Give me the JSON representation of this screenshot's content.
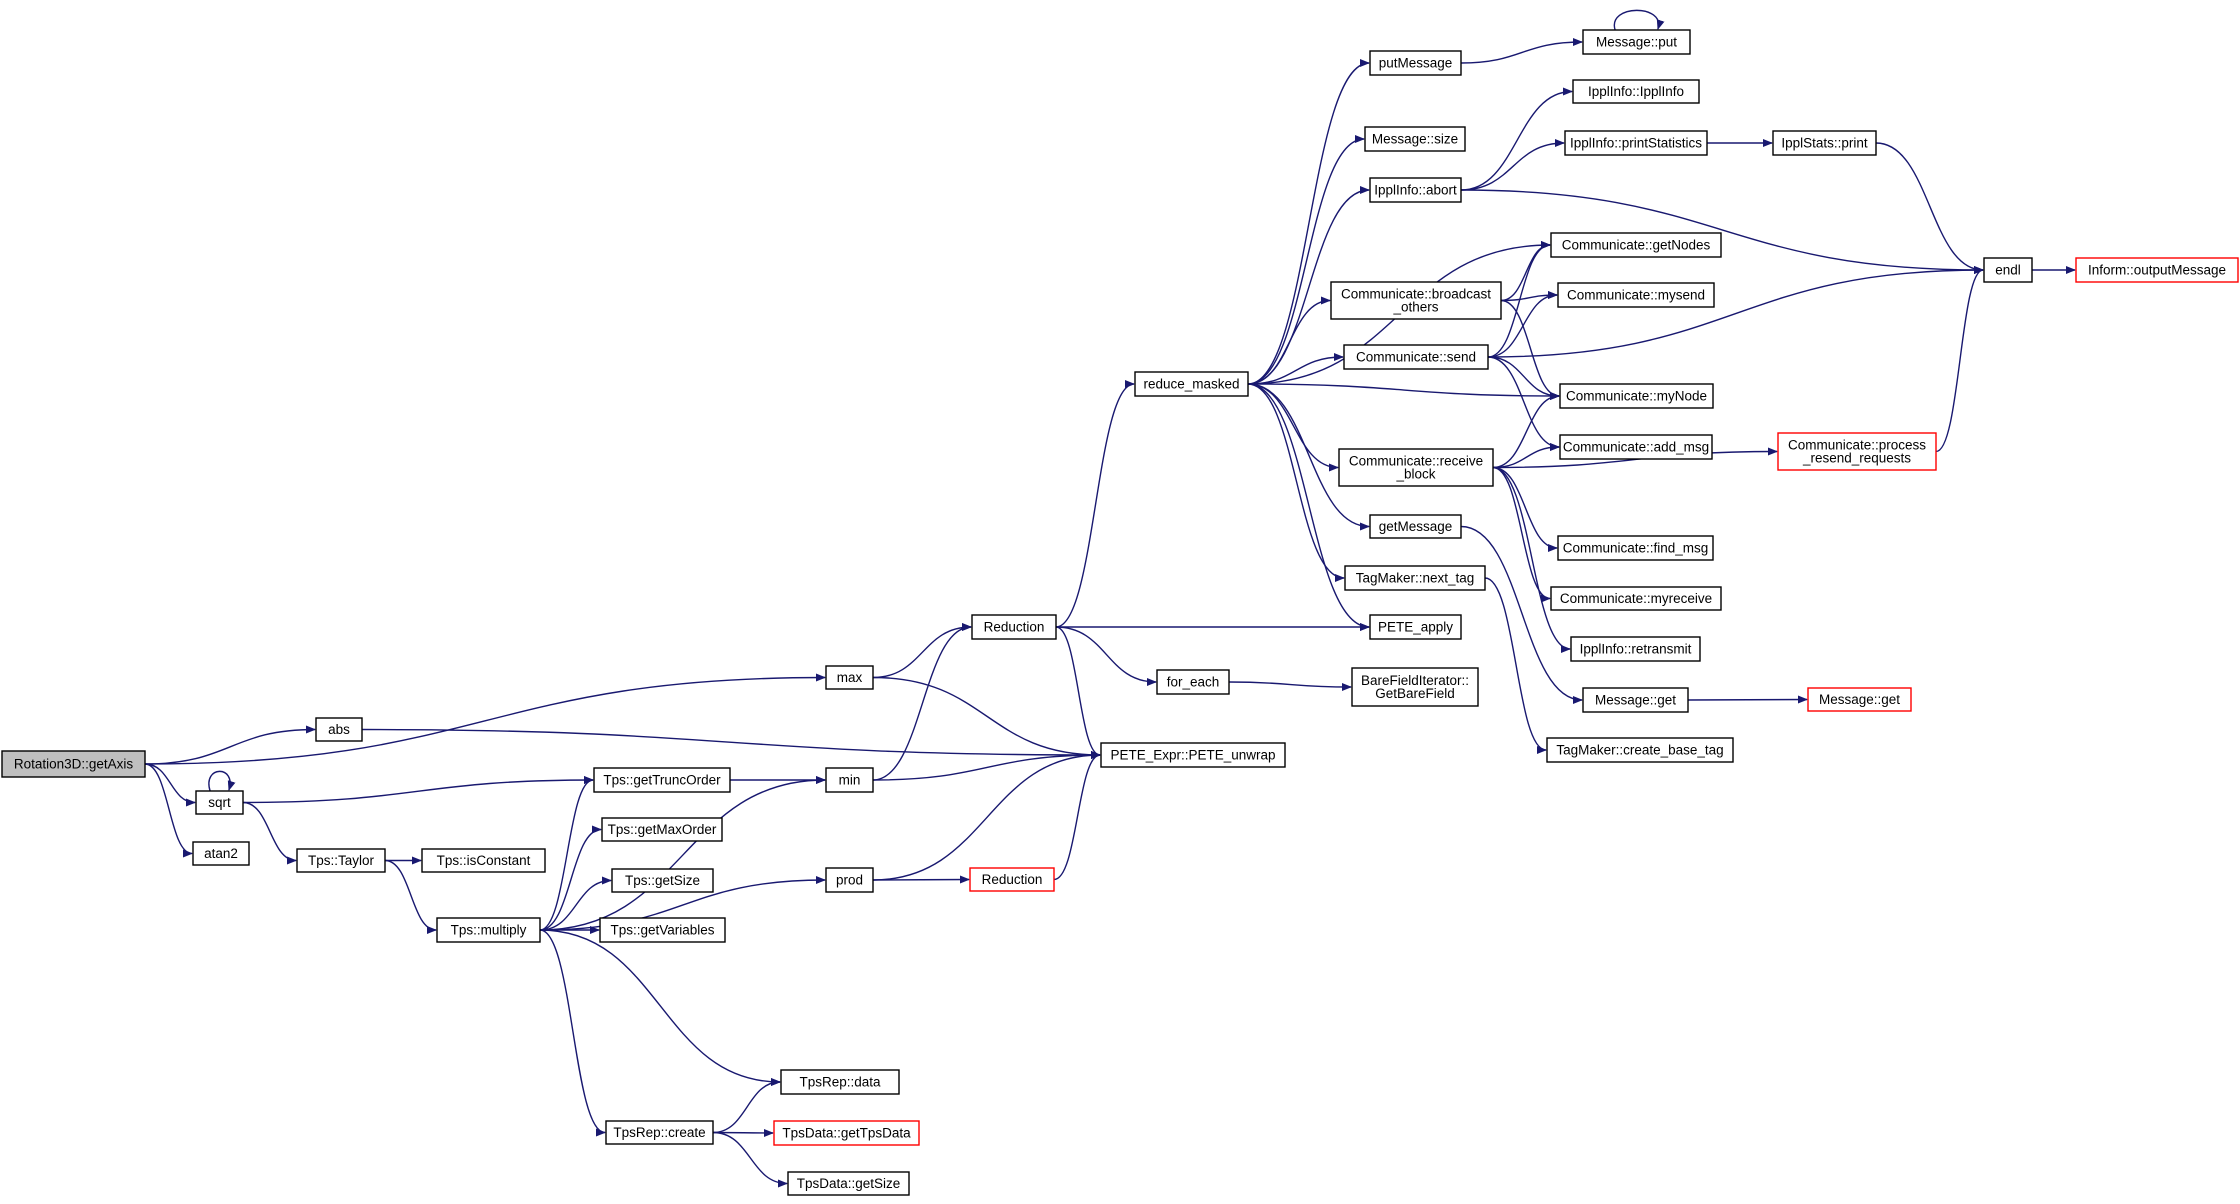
{
  "graph": {
    "direction": "left-to-right",
    "edge_color": "#191970",
    "highlight_color": "#ff0000",
    "root_fill": "#bfbfbf",
    "nodes": [
      {
        "id": "root",
        "label": "Rotation3D::getAxis",
        "style": "root"
      },
      {
        "id": "sqrt",
        "label": "sqrt"
      },
      {
        "id": "atan2",
        "label": "atan2"
      },
      {
        "id": "abs",
        "label": "abs"
      },
      {
        "id": "max",
        "label": "max"
      },
      {
        "id": "tps_taylor",
        "label": "Tps::Taylor"
      },
      {
        "id": "tps_isconst",
        "label": "Tps::isConstant"
      },
      {
        "id": "tps_mult",
        "label": "Tps::multiply"
      },
      {
        "id": "tps_trunc",
        "label": "Tps::getTruncOrder"
      },
      {
        "id": "tps_maxord",
        "label": "Tps::getMaxOrder"
      },
      {
        "id": "tps_getsize",
        "label": "Tps::getSize"
      },
      {
        "id": "tps_getvars",
        "label": "Tps::getVariables"
      },
      {
        "id": "tpsrep_create",
        "label": "TpsRep::create"
      },
      {
        "id": "tpsrep_data",
        "label": "TpsRep::data"
      },
      {
        "id": "tpsdata_get",
        "label": "TpsData::getTpsData",
        "style": "red"
      },
      {
        "id": "tpsdata_size",
        "label": "TpsData::getSize"
      },
      {
        "id": "min",
        "label": "min"
      },
      {
        "id": "prod",
        "label": "prod"
      },
      {
        "id": "reduction",
        "label": "Reduction"
      },
      {
        "id": "reduction2",
        "label": "Reduction",
        "style": "red"
      },
      {
        "id": "for_each",
        "label": "for_each"
      },
      {
        "id": "pete_unwrap",
        "label": "PETE_Expr::PETE_unwrap"
      },
      {
        "id": "reduce_masked",
        "label": "reduce_masked"
      },
      {
        "id": "putmessage",
        "label": "putMessage"
      },
      {
        "id": "msg_size",
        "label": "Message::size"
      },
      {
        "id": "ippl_abort",
        "label": "IpplInfo::abort"
      },
      {
        "id": "comm_bcast",
        "label": "Communicate::broadcast\n_others"
      },
      {
        "id": "comm_send",
        "label": "Communicate::send"
      },
      {
        "id": "comm_recvblock",
        "label": "Communicate::receive\n_block"
      },
      {
        "id": "getmessage",
        "label": "getMessage"
      },
      {
        "id": "tag_next",
        "label": "TagMaker::next_tag"
      },
      {
        "id": "pete_apply",
        "label": "PETE_apply"
      },
      {
        "id": "bfi_get",
        "label": "BareFieldIterator::\nGetBareField"
      },
      {
        "id": "msg_put",
        "label": "Message::put"
      },
      {
        "id": "ippl_ctor",
        "label": "IpplInfo::IpplInfo"
      },
      {
        "id": "ippl_printstats",
        "label": "IpplInfo::printStatistics"
      },
      {
        "id": "ipplstats_print",
        "label": "IpplStats::print"
      },
      {
        "id": "comm_getnodes",
        "label": "Communicate::getNodes"
      },
      {
        "id": "comm_mysend",
        "label": "Communicate::mysend"
      },
      {
        "id": "comm_mynode",
        "label": "Communicate::myNode"
      },
      {
        "id": "comm_addmsg",
        "label": "Communicate::add_msg"
      },
      {
        "id": "comm_findmsg",
        "label": "Communicate::find_msg"
      },
      {
        "id": "comm_myrecv",
        "label": "Communicate::myreceive"
      },
      {
        "id": "ippl_retrans",
        "label": "IpplInfo::retransmit"
      },
      {
        "id": "msg_get",
        "label": "Message::get"
      },
      {
        "id": "msg_get2",
        "label": "Message::get",
        "style": "red"
      },
      {
        "id": "tag_createbase",
        "label": "TagMaker::create_base_tag"
      },
      {
        "id": "endl",
        "label": "endl"
      },
      {
        "id": "inform_out",
        "label": "Inform::outputMessage",
        "style": "red"
      },
      {
        "id": "comm_resend",
        "label": "Communicate::process\n_resend_requests",
        "style": "red"
      }
    ],
    "edges": [
      [
        "root",
        "max"
      ],
      [
        "root",
        "abs"
      ],
      [
        "root",
        "sqrt"
      ],
      [
        "root",
        "atan2"
      ],
      [
        "sqrt",
        "sqrt"
      ],
      [
        "sqrt",
        "tps_trunc"
      ],
      [
        "sqrt",
        "tps_taylor"
      ],
      [
        "abs",
        "pete_unwrap"
      ],
      [
        "max",
        "reduction"
      ],
      [
        "max",
        "pete_unwrap"
      ],
      [
        "tps_taylor",
        "tps_isconst"
      ],
      [
        "tps_taylor",
        "tps_mult"
      ],
      [
        "tps_mult",
        "tps_trunc"
      ],
      [
        "tps_mult",
        "tps_maxord"
      ],
      [
        "tps_mult",
        "tps_getsize"
      ],
      [
        "tps_mult",
        "tps_getvars"
      ],
      [
        "tps_mult",
        "min"
      ],
      [
        "tps_mult",
        "prod"
      ],
      [
        "tps_mult",
        "tpsrep_data"
      ],
      [
        "tps_mult",
        "tpsrep_create"
      ],
      [
        "tps_trunc",
        "min"
      ],
      [
        "tpsrep_create",
        "tpsrep_data"
      ],
      [
        "tpsrep_create",
        "tpsdata_get"
      ],
      [
        "tpsrep_create",
        "tpsdata_size"
      ],
      [
        "min",
        "reduction"
      ],
      [
        "min",
        "pete_unwrap"
      ],
      [
        "prod",
        "reduction2"
      ],
      [
        "prod",
        "pete_unwrap"
      ],
      [
        "reduction2",
        "pete_unwrap"
      ],
      [
        "reduction",
        "reduce_masked"
      ],
      [
        "reduction",
        "pete_apply"
      ],
      [
        "reduction",
        "for_each"
      ],
      [
        "reduction",
        "pete_unwrap"
      ],
      [
        "for_each",
        "bfi_get"
      ],
      [
        "reduce_masked",
        "putmessage"
      ],
      [
        "reduce_masked",
        "msg_size"
      ],
      [
        "reduce_masked",
        "ippl_abort"
      ],
      [
        "reduce_masked",
        "comm_getnodes"
      ],
      [
        "reduce_masked",
        "comm_bcast"
      ],
      [
        "reduce_masked",
        "comm_send"
      ],
      [
        "reduce_masked",
        "comm_mynode"
      ],
      [
        "reduce_masked",
        "comm_recvblock"
      ],
      [
        "reduce_masked",
        "getmessage"
      ],
      [
        "reduce_masked",
        "tag_next"
      ],
      [
        "reduce_masked",
        "pete_apply"
      ],
      [
        "putmessage",
        "msg_put"
      ],
      [
        "msg_put",
        "msg_put"
      ],
      [
        "ippl_abort",
        "ippl_ctor"
      ],
      [
        "ippl_abort",
        "ippl_printstats"
      ],
      [
        "ippl_abort",
        "endl"
      ],
      [
        "ippl_printstats",
        "ipplstats_print"
      ],
      [
        "ipplstats_print",
        "endl"
      ],
      [
        "comm_bcast",
        "comm_getnodes"
      ],
      [
        "comm_bcast",
        "comm_mysend"
      ],
      [
        "comm_bcast",
        "comm_mynode"
      ],
      [
        "comm_send",
        "comm_getnodes"
      ],
      [
        "comm_send",
        "comm_mysend"
      ],
      [
        "comm_send",
        "endl"
      ],
      [
        "comm_send",
        "comm_mynode"
      ],
      [
        "comm_send",
        "comm_addmsg"
      ],
      [
        "comm_recvblock",
        "comm_mynode"
      ],
      [
        "comm_recvblock",
        "comm_addmsg"
      ],
      [
        "comm_recvblock",
        "comm_resend"
      ],
      [
        "comm_recvblock",
        "comm_findmsg"
      ],
      [
        "comm_recvblock",
        "comm_myrecv"
      ],
      [
        "comm_recvblock",
        "ippl_retrans"
      ],
      [
        "getmessage",
        "msg_get"
      ],
      [
        "msg_get",
        "msg_get2"
      ],
      [
        "tag_next",
        "tag_createbase"
      ],
      [
        "endl",
        "inform_out"
      ],
      [
        "comm_resend",
        "endl"
      ]
    ]
  }
}
